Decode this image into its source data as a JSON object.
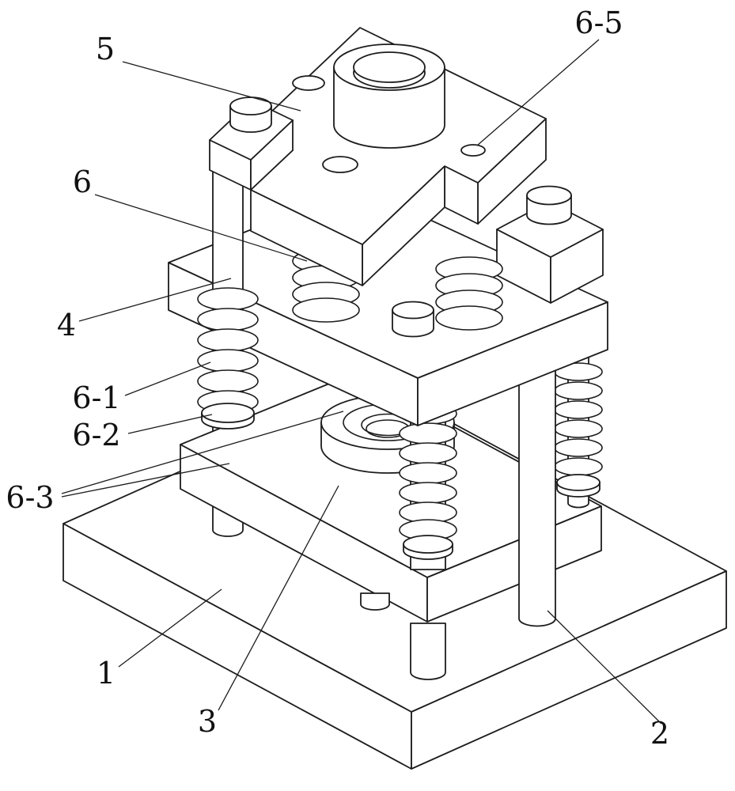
{
  "page": {
    "background": "#ffffff"
  },
  "drawing": {
    "stroke_color": "#1c1c1c",
    "label_color": "#111111",
    "labels": {
      "l5": "5",
      "l6_5": "6-5",
      "l6": "6",
      "l4": "4",
      "l6_1": "6-1",
      "l6_2": "6-2",
      "l6_3": "6-3",
      "l1": "1",
      "l3": "3",
      "l2": "2"
    }
  }
}
